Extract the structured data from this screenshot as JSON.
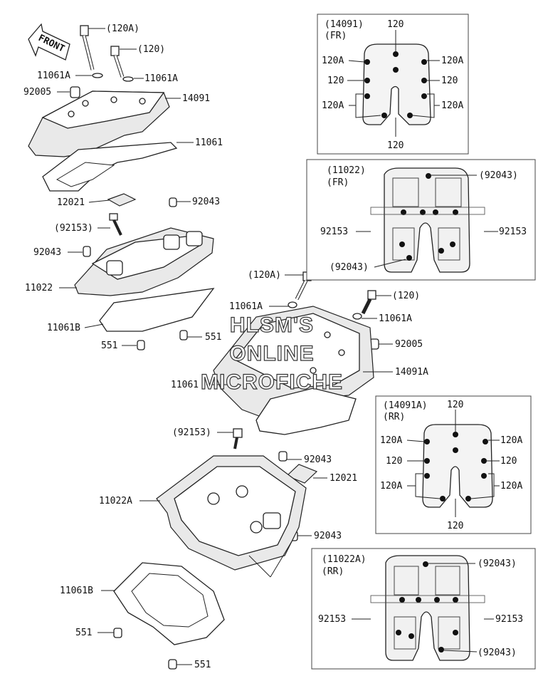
{
  "watermark": {
    "line1": "HLSM'S",
    "line2": "ONLINE",
    "line3": "MICROFICHE"
  },
  "front_arrow": {
    "label": "FRONT"
  },
  "main_labels": {
    "l_120A_top": "(120A)",
    "l_120_top": "(120)",
    "l_11061A_left": "11061A",
    "l_11061A_right": "11061A",
    "l_92005_left": "92005",
    "l_14091": "14091",
    "l_11061_left": "11061",
    "l_12021_left": "12021",
    "l_92043_right": "92043",
    "l_92153_left": "(92153)",
    "l_92043_left": "92043",
    "l_11022": "11022",
    "l_11061B_left": "11061B",
    "l_551_a": "551",
    "l_551_b": "551",
    "l_120A_mid": "(120A)",
    "l_120_mid": "(120)",
    "l_11061A_mid_left": "11061A",
    "l_11061A_mid_right": "11061A",
    "l_92005_mid": "92005",
    "l_14091A": "14091A",
    "l_11061_mid": "11061",
    "l_92153_low": "(92153)",
    "l_92043_low": "92043",
    "l_12021_low": "12021",
    "l_11022A": "11022A",
    "l_92043_low2": "92043",
    "l_11061B_low": "11061B",
    "l_551_c": "551",
    "l_551_d": "551"
  },
  "inset_14091": {
    "title1": "(14091)",
    "title2": "(FR)",
    "top": "120",
    "bottom": "120",
    "left1": "120A",
    "left2": "120",
    "left3": "120A",
    "right1": "120A",
    "right2": "120",
    "right3": "120A"
  },
  "inset_11022": {
    "title1": "(11022)",
    "title2": "(FR)",
    "top_right": "(92043)",
    "left": "92153",
    "right": "92153",
    "bottom": "(92043)"
  },
  "inset_14091A": {
    "title1": "(14091A)",
    "title2": "(RR)",
    "top": "120",
    "bottom": "120",
    "left1": "120A",
    "left2": "120",
    "left3": "120A",
    "right1": "120A",
    "right2": "120",
    "right3": "120A"
  },
  "inset_11022A": {
    "title1": "(11022A)",
    "title2": "(RR)",
    "top_right": "(92043)",
    "left": "92153",
    "right": "92153",
    "bottom": "(92043)"
  }
}
